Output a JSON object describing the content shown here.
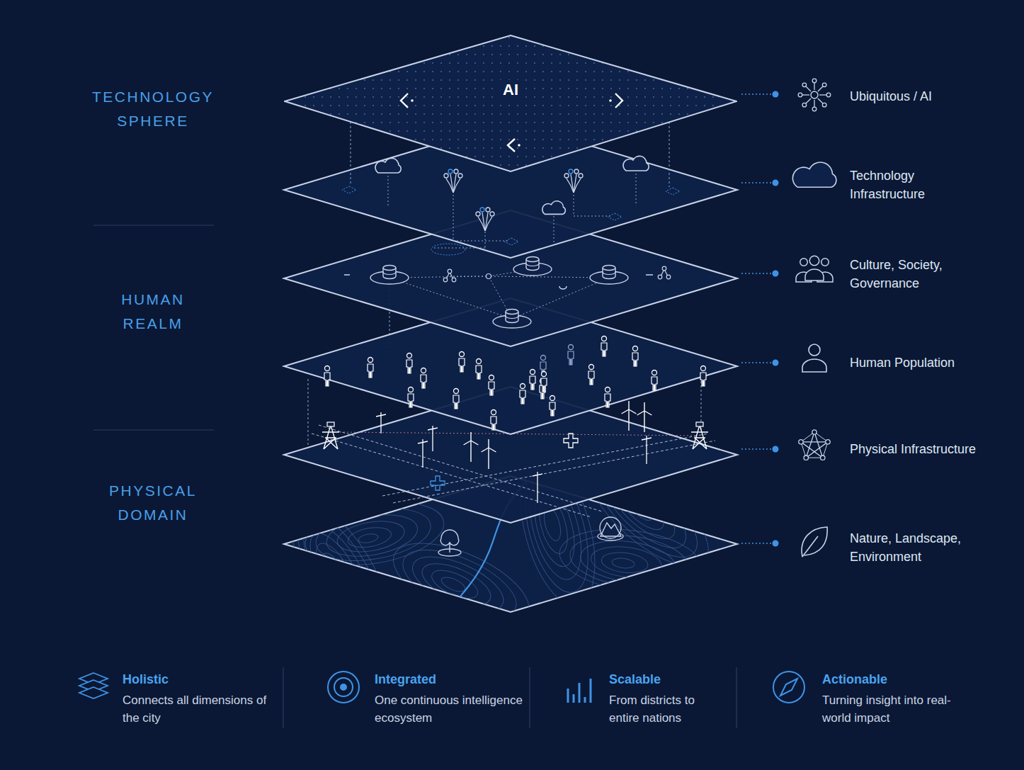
{
  "diagram": {
    "nodes": [
      {
        "text": [
          "AI"
        ]
      }
    ],
    "labels": [
      "TECHNOLOGY SPHERE",
      "HUMAN REALM",
      "PHYSICAL DOMAIN",
      "Ubiquitous / AI",
      "Technology Infrastructure",
      "Culture, Society, Governance",
      "Human Population",
      "Physical Infrastructure",
      "Nature, Landscape, Environment",
      "Holistic",
      "Connects all dimensions of the city",
      "Integrated",
      "One continuous intelligence ecosystem",
      "Scalable",
      "From districts to entire nations",
      "Actionable",
      "Turning insight into real-world impact"
    ]
  }
}
